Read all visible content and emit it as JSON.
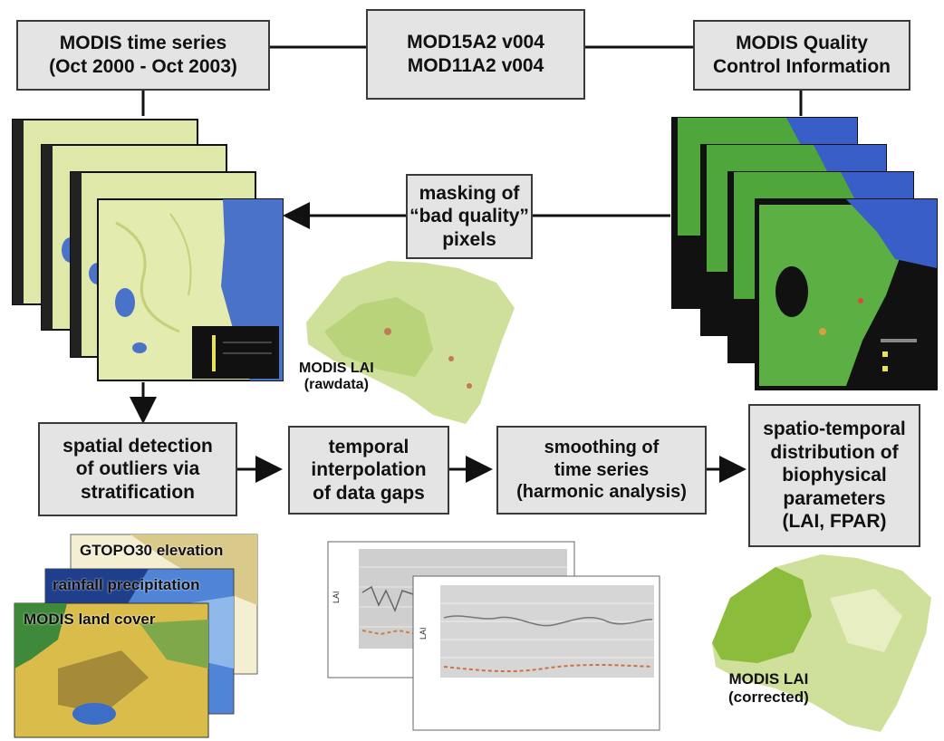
{
  "boxes": {
    "timeseries": [
      "MODIS time series",
      "(Oct 2000 - Oct 2003)"
    ],
    "products": [
      "MOD15A2 v004",
      "MOD11A2 v004"
    ],
    "quality": [
      "MODIS Quality",
      "Control Information"
    ],
    "masking": [
      "masking of",
      "“bad quality”",
      "pixels"
    ],
    "spatial": [
      "spatial detection",
      "of outliers via",
      "stratification"
    ],
    "temporal": [
      "temporal",
      "interpolation",
      "of data gaps"
    ],
    "smoothing": [
      "smoothing of",
      "time series",
      "(harmonic analysis)"
    ],
    "distribution": [
      "spatio-temporal",
      "distribution of",
      "biophysical",
      "parameters",
      "(LAI, FPAR)"
    ]
  },
  "labels": {
    "lai_raw": [
      "MODIS LAI",
      "(rawdata)"
    ],
    "lai_corrected": [
      "MODIS LAI",
      "(corrected)"
    ]
  },
  "ancillary_layers": {
    "elevation": "GTOPO30 elevation",
    "precipitation": "rainfall precipitation",
    "landcover": "MODIS land cover"
  },
  "chart_axis": {
    "ylabel": "LAI"
  },
  "colors": {
    "box_fill": "#e4e4e4",
    "arrow": "#111111",
    "water": "#4a72c8",
    "vegetation_light": "#dfe8a8",
    "vegetation_dark": "#7fb03a",
    "qc_green": "#4fa63a"
  }
}
